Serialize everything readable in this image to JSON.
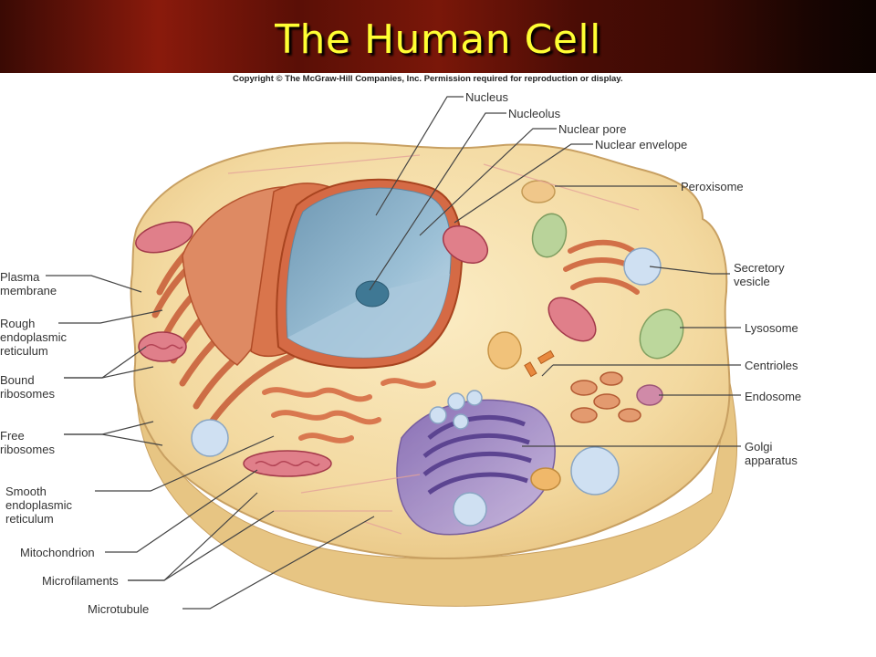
{
  "slide": {
    "title": "The Human Cell",
    "copyright": "Copyright © The McGraw-Hill Companies, Inc. Permission required for reproduction or display."
  },
  "colors": {
    "title_text": "#ffff33",
    "header_dark": "#3a0a04",
    "header_red": "#8a1a0c",
    "cytoplasm": "#f5dfa8",
    "nucleus": "#8fb4c9",
    "er": "#d97a55",
    "golgi": "#9b86c7",
    "mitochondrion": "#d56a78",
    "lysosome": "#b8d19a",
    "vesicle": "#c8dcf0"
  },
  "labels": {
    "nucleus": "Nucleus",
    "nucleolus": "Nucleolus",
    "nuclear_pore": "Nuclear pore",
    "nuclear_envelope": "Nuclear envelope",
    "peroxisome": "Peroxisome",
    "secretory_vesicle": "Secretory\nvesicle",
    "lysosome": "Lysosome",
    "centrioles": "Centrioles",
    "endosome": "Endosome",
    "golgi": "Golgi\napparatus",
    "plasma_membrane": "Plasma\nmembrane",
    "rough_er": "Rough\nendoplasmic\nreticulum",
    "bound_ribosomes": "Bound\nribosomes",
    "free_ribosomes": "Free\nribosomes",
    "smooth_er": "Smooth\nendoplasmic\nreticulum",
    "mitochondrion": "Mitochondrion",
    "microfilaments": "Microfilaments",
    "microtubule": "Microtubule"
  }
}
